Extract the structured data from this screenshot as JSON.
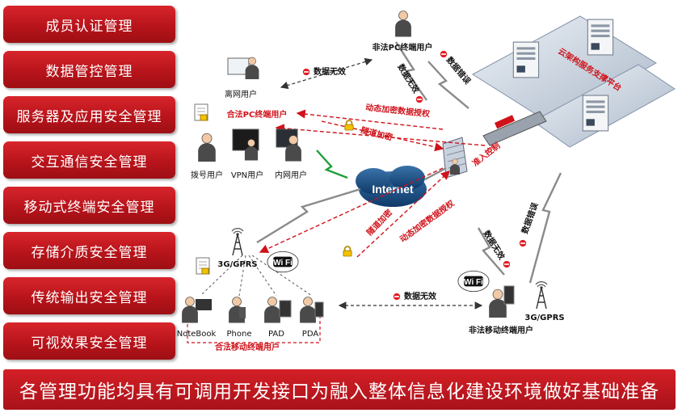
{
  "menu": [
    {
      "label": "成员认证管理"
    },
    {
      "label": "数据管控管理"
    },
    {
      "label": "服务器及应用安全管理"
    },
    {
      "label": "交互通信安全管理"
    },
    {
      "label": "移动式终端安全管理"
    },
    {
      "label": "存储介质安全管理"
    },
    {
      "label": "传统输出安全管理"
    },
    {
      "label": "可视效果安全管理"
    }
  ],
  "banner": "各管理功能均具有可调用开发接口为融入整体信息化建设环境做好基础准备",
  "nodes": {
    "illegal_pc": "非法PC终端用户",
    "offline_user": "离网用户",
    "legal_pc": "合法PC终端用户",
    "dialup": "拨号用户",
    "vpn": "VPN用户",
    "intranet": "内网用户",
    "internet": "Internet",
    "cloud": "云架构服务支撑平台",
    "access_control": "准入控制",
    "gprs": "3G/GPRS",
    "wifi": "Wi Fi",
    "notebook": "NoteBook",
    "phone": "Phone",
    "pad": "PAD",
    "pda": "PDA",
    "legal_mobile": "合法移动终端用户",
    "illegal_mobile": "非法移动终端用户"
  },
  "links": {
    "data_invalid": "数据无效",
    "data_error": "数据错误",
    "dyn_auth": "动态加密数据授权",
    "tunnel": "隧道加密"
  },
  "colors": {
    "accent": "#c2161d",
    "link": "#d0121a"
  }
}
